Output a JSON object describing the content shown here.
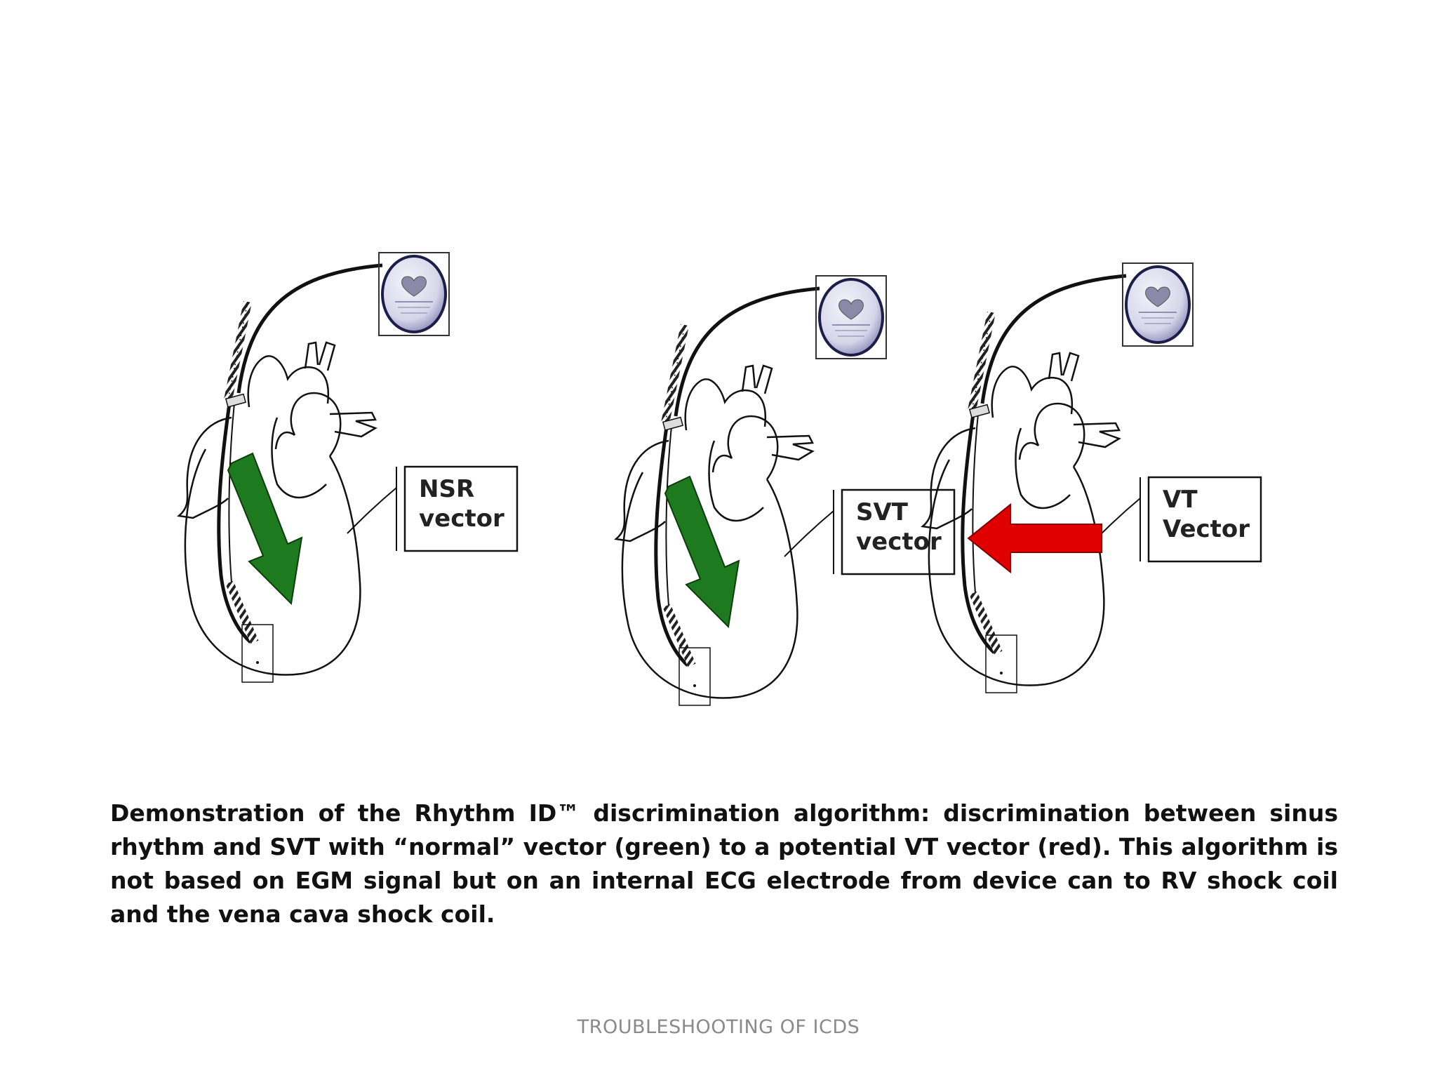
{
  "panels": [
    {
      "id": "nsr",
      "label_lines": [
        "NSR",
        "vector"
      ],
      "arrow_color": "#1e7a1e",
      "arrow_direction": "down-right"
    },
    {
      "id": "svt",
      "label_lines": [
        "SVT",
        "vector"
      ],
      "arrow_color": "#1e7a1e",
      "arrow_direction": "down-right"
    },
    {
      "id": "vt",
      "label_lines": [
        "VT",
        "Vector"
      ],
      "arrow_color": "#e00000",
      "arrow_direction": "left"
    }
  ],
  "device_icon": "heart-logo",
  "caption": "Demonstration of the Rhythm ID™ discrimination algorithm: discrimination between sinus rhythm and SVT with “normal” vector (green) to a potential VT vector (red). This algorithm is not based on EGM signal but on an internal ECG electrode from device can to RV shock coil and the vena cava shock coil.",
  "footer": "TROUBLESHOOTING OF ICDS"
}
